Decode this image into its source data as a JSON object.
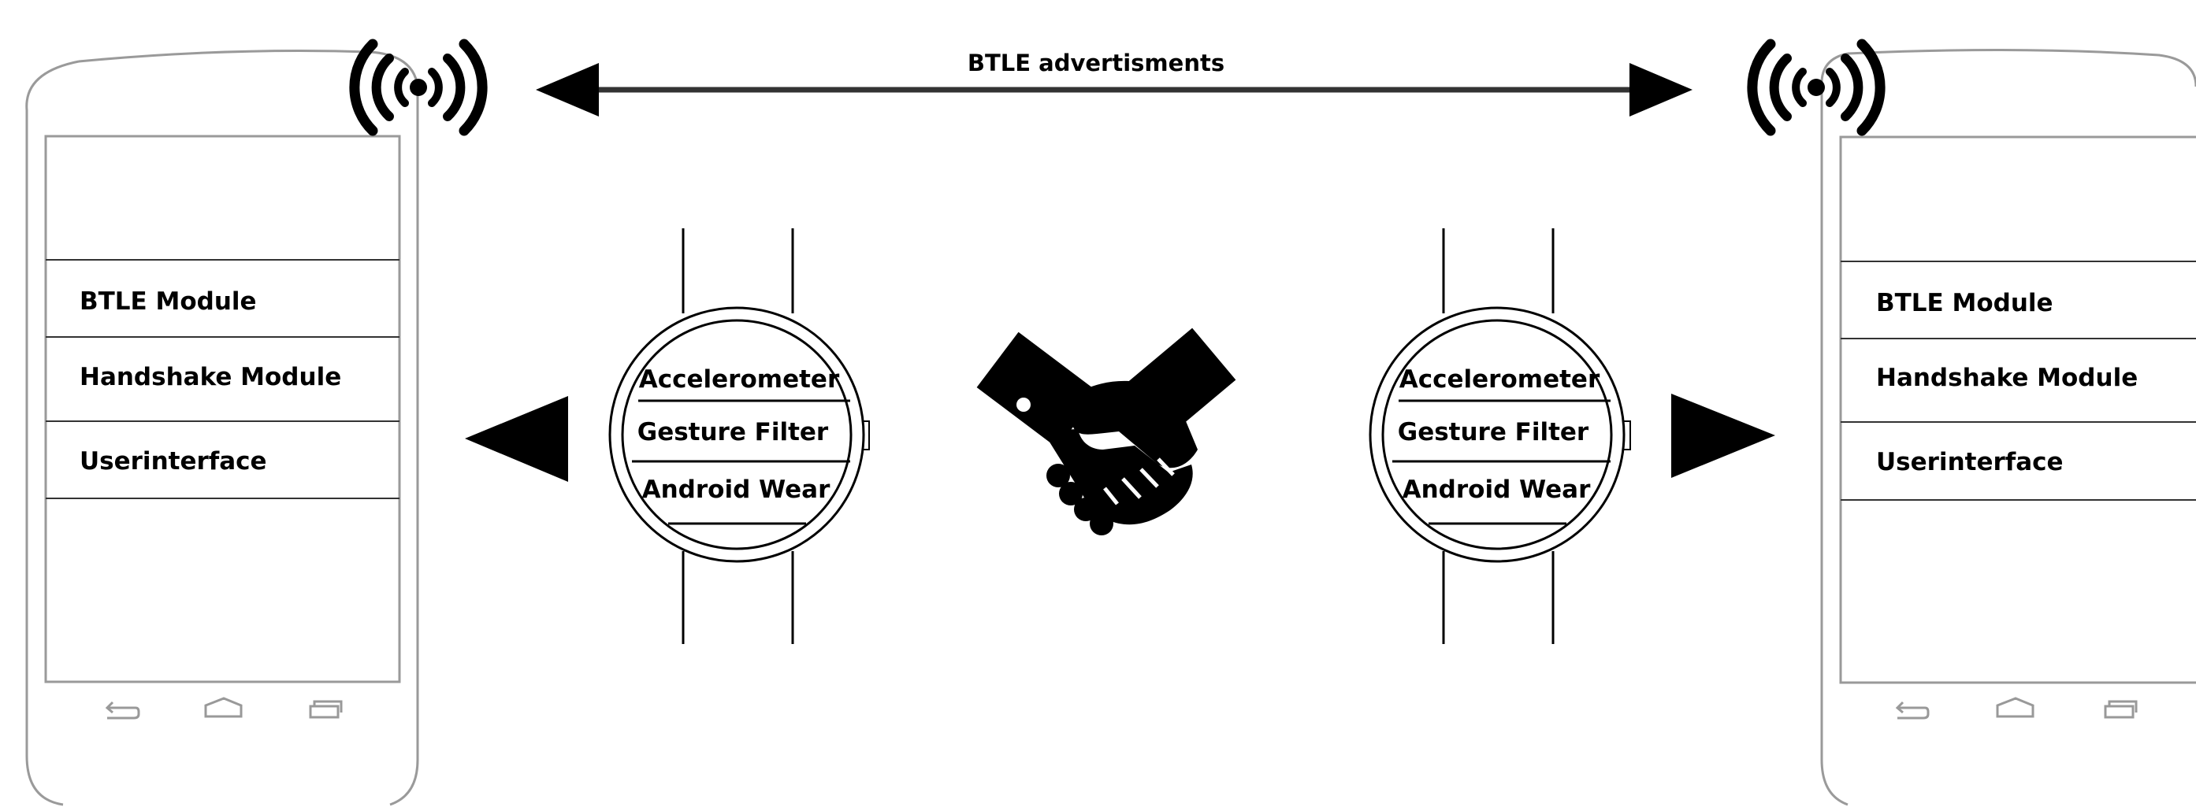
{
  "arrow": {
    "label": "BTLE advertisments"
  },
  "phones": [
    {
      "id": "left",
      "modules": [
        "BTLE Module",
        "Handshake Module",
        "Userinterface"
      ]
    },
    {
      "id": "right",
      "modules": [
        "BTLE Module",
        "Handshake Module",
        "Userinterface"
      ]
    }
  ],
  "watches": [
    {
      "id": "left",
      "sections": [
        "Accelerometer",
        "Gesture Filter",
        "Android Wear"
      ]
    },
    {
      "id": "right",
      "sections": [
        "Accelerometer",
        "Gesture Filter",
        "Android Wear"
      ]
    }
  ],
  "icons": [
    "wireless-signal-icon",
    "wireless-signal-icon",
    "handshake-icon",
    "triangle-left-icon",
    "triangle-right-icon",
    "back-icon",
    "home-icon",
    "recent-apps-icon"
  ],
  "colors": {
    "outline_phone": "#8c8c8c",
    "outline": "#000000",
    "arrow": "#333333"
  }
}
